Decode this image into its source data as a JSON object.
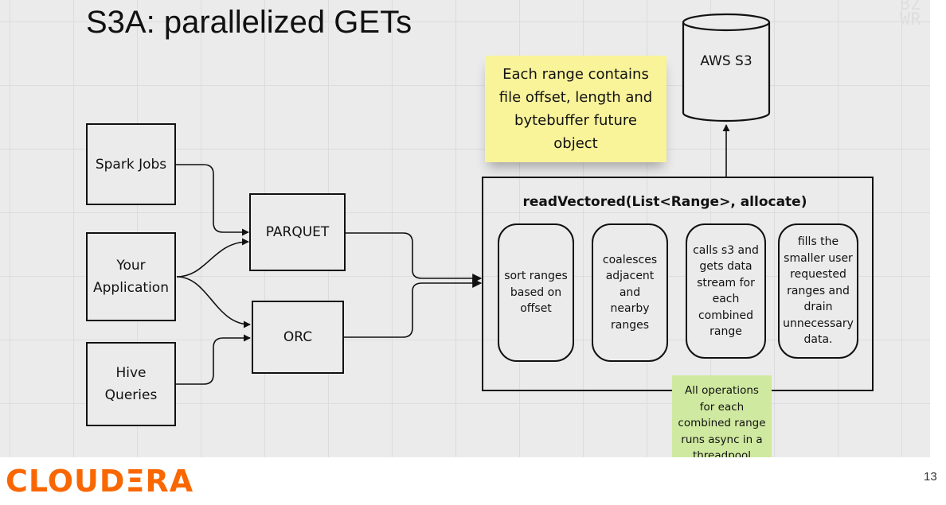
{
  "slide": {
    "title": "S3A: parallelized GETs",
    "watermark_line1": "BZ",
    "watermark_line2": "WR",
    "page_number": "13",
    "logo_text": "CLOUDΞRA"
  },
  "sources": [
    {
      "line1": "Spark Jobs",
      "line2": ""
    },
    {
      "line1": "Your",
      "line2": "Application"
    },
    {
      "line1": "Hive",
      "line2": "Queries"
    }
  ],
  "formats": {
    "parquet": "PARQUET",
    "orc": "ORC"
  },
  "storage": {
    "label": "AWS S3"
  },
  "yellow_note": {
    "lines": [
      "Each range contains",
      "file offset, length and",
      "bytebuffer future",
      "object"
    ]
  },
  "vectored": {
    "method": "readVectored(List<Range>, allocate)",
    "steps": [
      {
        "lines": [
          "sort ranges",
          "based on",
          "offset"
        ]
      },
      {
        "lines": [
          "coalesces",
          "adjacent and",
          "nearby",
          "ranges"
        ]
      },
      {
        "lines": [
          "calls s3 and",
          "gets data",
          "stream for",
          "each",
          "combined",
          "range"
        ]
      },
      {
        "lines": [
          "fills the",
          "smaller user",
          "requested",
          "ranges and",
          "drain",
          "unnecessary",
          "data."
        ]
      }
    ]
  },
  "green_note": {
    "lines": [
      "All operations",
      "for each",
      "combined range",
      "runs async in a",
      "threadpool"
    ]
  },
  "colors": {
    "canvas": "#ebebeb",
    "yellow_sticky": "#f9f39a",
    "green_sticky": "#cfe9a0",
    "logo": "#f96702"
  }
}
